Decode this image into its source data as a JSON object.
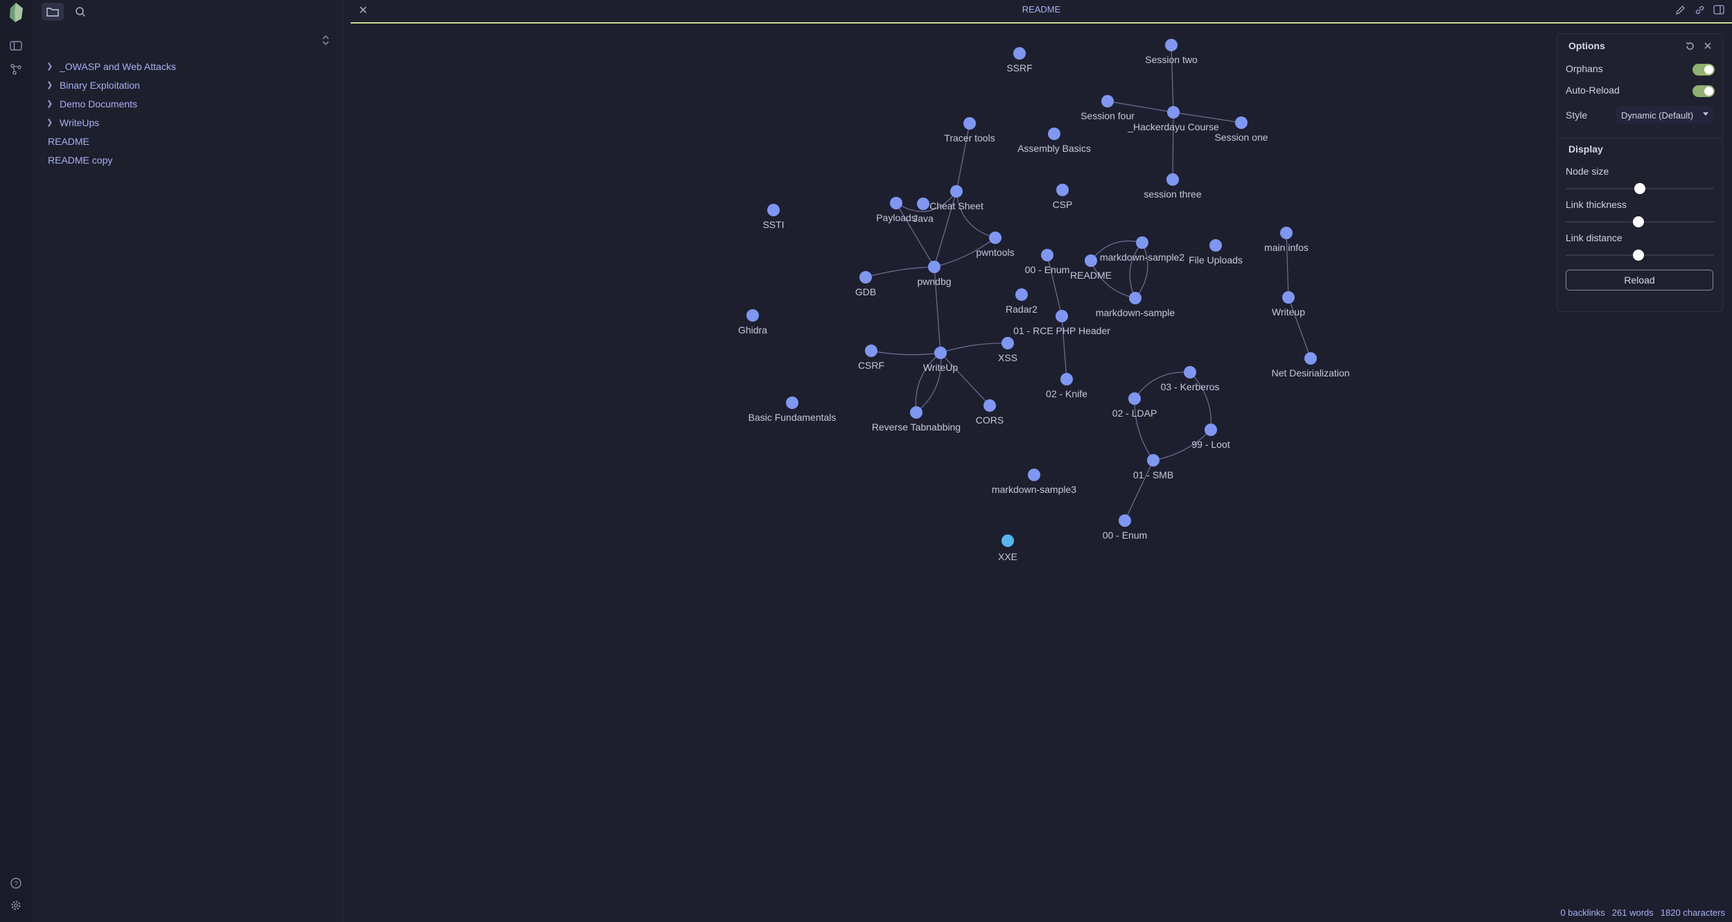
{
  "sidebar": {
    "tree": [
      {
        "label": "_OWASP and Web Attacks",
        "folder": true
      },
      {
        "label": "Binary Exploitation",
        "folder": true
      },
      {
        "label": "Demo Documents",
        "folder": true
      },
      {
        "label": "WriteUps",
        "folder": true
      },
      {
        "label": "README",
        "folder": false
      },
      {
        "label": "README copy",
        "folder": false
      }
    ]
  },
  "titlebar": {
    "title": "README"
  },
  "options": {
    "title": "Options",
    "orphans_label": "Orphans",
    "orphans": true,
    "autoreload_label": "Auto-Reload",
    "autoreload": true,
    "style_label": "Style",
    "style_value": "Dynamic (Default)",
    "display_title": "Display",
    "node_size_label": "Node size",
    "node_size": 0.5,
    "link_thickness_label": "Link thickness",
    "link_thickness": 0.49,
    "link_distance_label": "Link distance",
    "link_distance": 0.49,
    "reload_label": "Reload"
  },
  "status": {
    "backlinks": "0 backlinks",
    "words": "261 words",
    "characters": "1820 characters"
  },
  "colors": {
    "node": "#7f97f1",
    "highlight": "#57b6ec",
    "link": "#6c7197",
    "toggle_on": "#91b172",
    "accent_line": "#c7d990"
  },
  "graph": {
    "nodes": [
      {
        "id": "ssrf",
        "label": "SSRF"
      },
      {
        "id": "session_two",
        "label": "Session two"
      },
      {
        "id": "session_four",
        "label": "Session four"
      },
      {
        "id": "hackerdayu",
        "label": "_Hackerdayu Course"
      },
      {
        "id": "session_one",
        "label": "Session one"
      },
      {
        "id": "session_three",
        "label": "session three"
      },
      {
        "id": "tracer",
        "label": "Tracer tools"
      },
      {
        "id": "asm",
        "label": "Assembly Basics"
      },
      {
        "id": "csp",
        "label": "CSP"
      },
      {
        "id": "ssti",
        "label": "SSTI"
      },
      {
        "id": "cheat",
        "label": "Cheat Sheet"
      },
      {
        "id": "payloads",
        "label": "Payloads"
      },
      {
        "id": "java",
        "label": "Java"
      },
      {
        "id": "pwntools",
        "label": "pwntools"
      },
      {
        "id": "pwndbg",
        "label": "pwndbg"
      },
      {
        "id": "gdb",
        "label": "GDB"
      },
      {
        "id": "enum00a",
        "label": "00 - Enum"
      },
      {
        "id": "readme",
        "label": "README"
      },
      {
        "id": "md2",
        "label": "markdown-sample2"
      },
      {
        "id": "md1",
        "label": "markdown-sample"
      },
      {
        "id": "fileup",
        "label": "File Uploads"
      },
      {
        "id": "maininfos",
        "label": "main infos"
      },
      {
        "id": "writeup2",
        "label": "Writeup"
      },
      {
        "id": "netdes",
        "label": "Net Desirialization"
      },
      {
        "id": "radar2",
        "label": "Radar2"
      },
      {
        "id": "rce",
        "label": "01 - RCE PHP Header"
      },
      {
        "id": "knife",
        "label": "02 - Knife"
      },
      {
        "id": "ghidra",
        "label": "Ghidra"
      },
      {
        "id": "csrf",
        "label": "CSRF"
      },
      {
        "id": "writeup",
        "label": "WriteUp"
      },
      {
        "id": "xss",
        "label": "XSS"
      },
      {
        "id": "cors",
        "label": "CORS"
      },
      {
        "id": "revtab",
        "label": "Reverse Tabnabbing"
      },
      {
        "id": "basic",
        "label": "Basic Fundamentals"
      },
      {
        "id": "kerberos",
        "label": "03 - Kerberos"
      },
      {
        "id": "ldap",
        "label": "02 - LDAP"
      },
      {
        "id": "loot",
        "label": "99 - Loot"
      },
      {
        "id": "smb",
        "label": "01 - SMB"
      },
      {
        "id": "md3",
        "label": "markdown-sample3"
      },
      {
        "id": "enum00b",
        "label": "00 - Enum"
      },
      {
        "id": "xxe",
        "label": "XXE",
        "active": true
      }
    ],
    "links": [
      [
        "session_two",
        "hackerdayu"
      ],
      [
        "session_four",
        "hackerdayu"
      ],
      [
        "hackerdayu",
        "session_one"
      ],
      [
        "hackerdayu",
        "session_three"
      ],
      [
        "tracer",
        "cheat"
      ],
      [
        "cheat",
        "payloads"
      ],
      [
        "cheat",
        "pwntools"
      ],
      [
        "cheat",
        "pwndbg"
      ],
      [
        "payloads",
        "pwndbg"
      ],
      [
        "pwntools",
        "pwndbg"
      ],
      [
        "gdb",
        "pwndbg"
      ],
      [
        "pwndbg",
        "writeup"
      ],
      [
        "writeup",
        "csrf"
      ],
      [
        "writeup",
        "xss"
      ],
      [
        "writeup",
        "cors"
      ],
      [
        "writeup",
        "revtab"
      ],
      [
        "revtab",
        "writeup"
      ],
      [
        "readme",
        "md2"
      ],
      [
        "readme",
        "md1"
      ],
      [
        "md2",
        "md1"
      ],
      [
        "md1",
        "md2"
      ],
      [
        "enum00a",
        "rce"
      ],
      [
        "rce",
        "knife"
      ],
      [
        "maininfos",
        "writeup2"
      ],
      [
        "writeup2",
        "netdes"
      ],
      [
        "ldap",
        "kerberos"
      ],
      [
        "kerberos",
        "loot"
      ],
      [
        "loot",
        "smb"
      ],
      [
        "smb",
        "ldap"
      ],
      [
        "smb",
        "enum00b"
      ]
    ]
  }
}
